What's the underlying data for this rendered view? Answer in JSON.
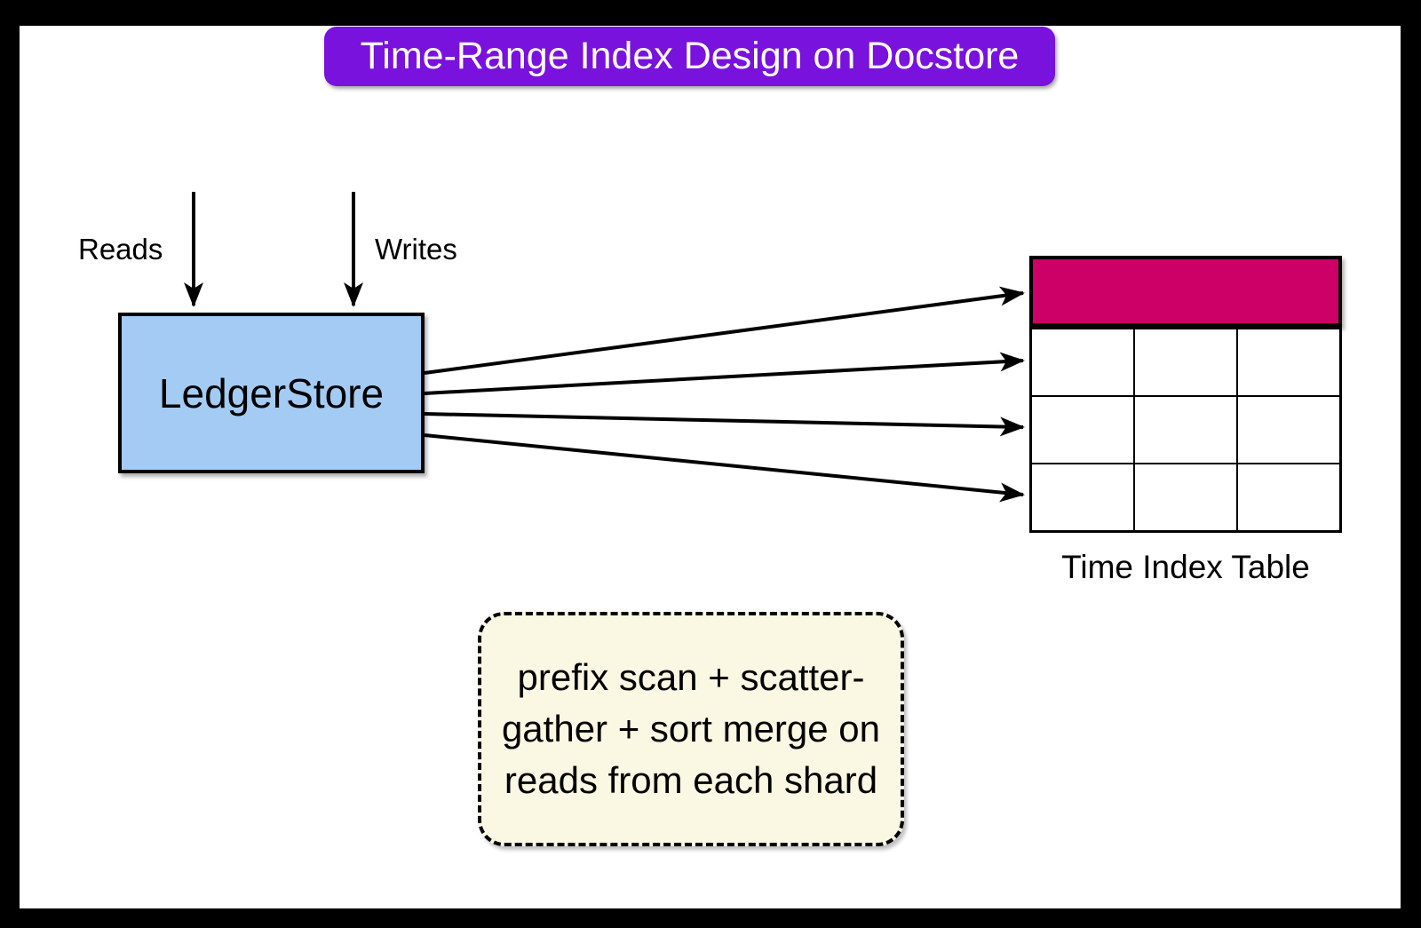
{
  "title": {
    "text": "Time-Range Index Design on Docstore"
  },
  "flows": [
    {
      "label": "Reads"
    },
    {
      "label": "Writes"
    }
  ],
  "ledgerstore": {
    "label": "LedgerStore"
  },
  "table": {
    "caption": "Time Index Table",
    "columns": 3,
    "body_rows": 3
  },
  "note": {
    "text": "prefix scan + scatter-gather + sort merge on reads from each shard"
  },
  "colors": {
    "title_bg": "#7912DC",
    "table_header": "#CC0066",
    "ledgerstore_fill": "#A3CBF3",
    "note_fill": "#FAF7E2",
    "arrow": "#000000"
  }
}
